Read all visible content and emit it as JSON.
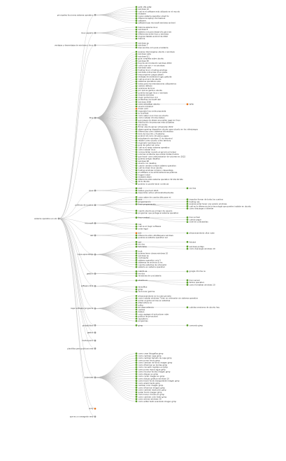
{
  "colors": {
    "edge": "#b9b9b9",
    "node_green": "#5aa02c",
    "node_orange": "#e8761e",
    "node_gray": "#9a9a9a",
    "text": "#333333",
    "background": "#ffffff"
  },
  "root": {
    "label": "sistema operativo en ubi",
    "color": "gray"
  },
  "branches": [
    {
      "label": "principales funciones sistema operativo",
      "color": "gray",
      "right": true,
      "children": [
        {
          "label": "ext4 ntfs exfat",
          "color": "green"
        },
        {
          "label": "windows 10",
          "color": "green"
        },
        {
          "label": "cual es el software más utilizado en el mundo",
          "color": "green"
        },
        {
          "label": "malware",
          "color": "green"
        },
        {
          "label": "nuevo sistema operativo smart tv",
          "color": "green"
        },
        {
          "label": "diferencia laptop chromebook",
          "color": "green"
        },
        {
          "label": "software",
          "color": "green"
        },
        {
          "label": "software bajo microsoft windows android",
          "color": "green"
        }
      ]
    },
    {
      "label": "linux español",
      "color": "gray",
      "right": false,
      "children": [
        {
          "label": "historia sistema linux",
          "color": "green"
        },
        {
          "label": "windows 8",
          "color": "green"
        },
        {
          "label": "sistema not para desarrollo para win",
          "color": "green"
        },
        {
          "label": "diferencias entre linux y windows",
          "color": "green",
          "right": true
        },
        {
          "label": "mejores tablets android de 2022",
          "color": "green"
        },
        {
          "label": "historia",
          "color": "green"
        }
      ]
    },
    {
      "label": "ventajas y desventajas de windows y linux",
      "color": "gray",
      "right": false,
      "children": [
        {
          "label": "windows xp",
          "color": "green"
        },
        {
          "label": "windows 7",
          "color": "green"
        },
        {
          "label": "bienvenidos.com para el sistema",
          "color": "green"
        }
      ]
    },
    {
      "label": "blog",
      "color": "gray",
      "right": false,
      "children": [
        {
          "label": "quieres intercargarse ubuntu o windows",
          "color": "green"
        },
        {
          "label": "windows vista",
          "color": "green"
        },
        {
          "label": "windows 8.1",
          "color": "green"
        },
        {
          "label": "guía completa sobre ubuntu",
          "color": "green"
        },
        {
          "label": "windows 95",
          "color": "green"
        },
        {
          "label": "bug de sincronización windows 2016",
          "color": "green"
        },
        {
          "label": "como usar win + en windows",
          "color": "green"
        },
        {
          "label": "windows vista",
          "color": "green"
        },
        {
          "label": "hosting linux o hosting windows",
          "color": "green"
        },
        {
          "label": "windows online bien linux gratis",
          "color": "green"
        },
        {
          "label": "descomprimir juegos steam",
          "color": "green"
        },
        {
          "label": "ventajas de aceleración gpu gratuita",
          "color": "green"
        },
        {
          "label": "cuál es el arco de ubuntu",
          "color": "green"
        },
        {
          "label": "sistemas operativos sole",
          "color": "green"
        },
        {
          "label": "datos para recomendaciones utilizaremos",
          "color": "green"
        },
        {
          "label": "cambio defecto",
          "color": "green"
        },
        {
          "label": "versiones de linux",
          "color": "green"
        },
        {
          "label": "por qué es gente a ubuntu",
          "color": "green"
        },
        {
          "label": "quieres escoger linux o windows",
          "color": "green"
        },
        {
          "label": "mejores windows",
          "color": "green"
        },
        {
          "label": "mejor portal linux 2.4",
          "color": "green"
        },
        {
          "label": "problemas microsoft dell",
          "color": "green"
        },
        {
          "label": "windows 2000",
          "color": "green"
        },
        {
          "label": "como actualizar ubuntu",
          "color": "green",
          "right": true,
          "children": [
            {
              "label": "taller",
              "color": "orange"
            }
          ]
        },
        {
          "label": "ubuntu kickstart",
          "color": "green"
        },
        {
          "label": "dowin eold",
          "color": "orange"
        },
        {
          "label": "impuesta linux ante propuesta",
          "color": "green"
        },
        {
          "label": "ip localhost",
          "color": "green"
        },
        {
          "label": "como saber si en linux es ubuntu",
          "color": "green"
        },
        {
          "label": "como instalar chrome debian",
          "color": "green"
        },
        {
          "label": "que juegos de steam se pueden jugar en linux",
          "color": "green"
        },
        {
          "label": "distribución de personas más utilizadas",
          "color": "green"
        },
        {
          "label": "sincroniza",
          "color": "green"
        },
        {
          "label": "firmar ubuntu server virtual plan 2022",
          "color": "green"
        },
        {
          "label": "steam gaming dispositivo ubuntu para ubuntu en los videojuegos",
          "color": "green"
        },
        {
          "label": "diferencias como sistemas informativa",
          "color": "green"
        },
        {
          "label": "todo de linux 64 + 8 sistema",
          "color": "green"
        },
        {
          "label": "android 10 como 10 sobre juegos",
          "color": "green"
        },
        {
          "label": "actualización windows 11 en terminal",
          "color": "green"
        },
        {
          "label": "retailer como ubuntu como territory",
          "color": "green"
        },
        {
          "label": "mejorador windows linux",
          "color": "green"
        },
        {
          "label": "guía de quitar win wine",
          "color": "green"
        },
        {
          "label": "cuál es el mejor sistema operativo",
          "color": "green"
        },
        {
          "label": "como instalar linux",
          "color": "green"
        },
        {
          "label": "curious bilder cuando el servicio principal",
          "color": "green"
        },
        {
          "label": "volumen problema que utiliza hostand sobre",
          "color": "green"
        },
        {
          "label": "que hacer como administrador de volumen en 2022",
          "color": "green"
        },
        {
          "label": "quieres arreglo desafíos",
          "color": "green"
        },
        {
          "label": "windows 98",
          "color": "green"
        },
        {
          "label": "ubuntu con desktop",
          "color": "green"
        },
        {
          "label": "cuento cambie nombre sistema operativo",
          "color": "green"
        },
        {
          "label": "cuál es mejor linux ubuntu",
          "color": "green"
        },
        {
          "label": "hosting windows compra o desventaja",
          "color": "green"
        },
        {
          "label": "el software a los administraciones públicas",
          "color": "green"
        },
        {
          "label": "hopper instal",
          "color": "green"
        },
        {
          "label": "malware alami",
          "color": "green"
        },
        {
          "label": "diferencia entre sistema operativo 32 bits 64 bits",
          "color": "green"
        },
        {
          "label": "16 & Ubuntu",
          "color": "green"
        },
        {
          "label": "quieres no puede hacer continuar",
          "color": "green"
        }
      ]
    },
    {
      "label": "linux",
      "color": "gray",
      "right": false,
      "children": [
        {
          "label": "cmd",
          "color": "green",
          "right": true,
          "children": [
            {
              "label": "ver hex",
              "color": "green"
            }
          ]
        },
        {
          "label": "debian gnu/hurd 2023",
          "color": "green"
        },
        {
          "label": "desarrollar activo administrativamente",
          "color": "green"
        }
      ]
    },
    {
      "label": "políticas de cuadros",
      "color": "gray",
      "right": false,
      "children": [
        {
          "label": "como saber de cuantos bits para mi",
          "color": "green"
        },
        {
          "label": "arch",
          "color": "green",
          "right": true,
          "children": [
            {
              "label": "importar formar de todos los cuadros",
              "color": "green"
            }
          ]
        },
        {
          "label": "programación",
          "color": "green",
          "right": true,
          "children": [
            {
              "label": "hosting nas",
              "color": "green"
            }
          ]
        },
        {
          "label": "línea programación",
          "color": "green",
          "right": true,
          "children": [
            {
              "label": "quieres poder tener una versión windows",
              "color": "green"
            },
            {
              "label": "cuál es la diferencia de la tecnología que pueden instalar en ubuntu",
              "color": "green"
            },
            {
              "label": "como descargar a ddrerter",
              "color": "green"
            }
          ]
        },
        {
          "label": "cuanto ubuntu es el mejor de usuario",
          "color": "green"
        },
        {
          "label": "programar que protege el sistema operativo",
          "color": "green"
        }
      ]
    },
    {
      "label": "microsoft",
      "color": "gray",
      "right": false,
      "children": [
        {
          "label": "linux central",
          "color": "green",
          "right": true,
          "children": [
            {
              "label": "linux actual",
              "color": "green"
            },
            {
              "label": "cuánto pagar",
              "color": "green"
            },
            {
              "label": "nivel de contraseñas",
              "color": "green"
            }
          ]
        },
        {
          "label": "nas",
          "color": "green"
        },
        {
          "label": "cuál es el mejor software",
          "color": "green"
        },
        {
          "label": "order legal",
          "color": "green"
        }
      ]
    },
    {
      "label": "wsl",
      "color": "gray",
      "right": false,
      "children": [
        {
          "label": "ent",
          "color": "orange",
          "right": true,
          "children": [
            {
              "label": "almacenamiento ultra nube",
              "color": "green"
            }
          ]
        },
        {
          "label": "diferencia entre ultraflaquera windows",
          "color": "green"
        },
        {
          "label": "quieres es sistema operativo sal",
          "color": "green"
        }
      ]
    },
    {
      "label": "copia aprendizaje",
      "color": "gray",
      "right": false,
      "children": [
        {
          "label": "ssd",
          "color": "green",
          "right": true,
          "children": [
            {
              "label": "fotobot",
              "color": "green"
            }
          ]
        },
        {
          "label": "ms dos",
          "color": "green"
        },
        {
          "label": "tutoriales",
          "color": "green",
          "right": true,
          "children": [
            {
              "label": "windows portajo",
              "color": "green"
            },
            {
              "label": "como descargar windows 10",
              "color": "green"
            }
          ]
        },
        {
          "label": "boot",
          "color": "green"
        },
        {
          "label": "quieres tener claves windows 10",
          "color": "green"
        },
        {
          "label": "windows xp",
          "color": "green"
        },
        {
          "label": "contraseña",
          "color": "green"
        },
        {
          "label": "sistema operativo unix 5",
          "color": "green"
        },
        {
          "label": "sistemas de archivos & ms",
          "color": "green"
        },
        {
          "label": "cuantos sistemas de ordenador",
          "color": "green"
        },
        {
          "label": "sistema en sistema operativo",
          "color": "green"
        }
      ]
    },
    {
      "label": "gestión",
      "color": "gray",
      "right": false,
      "children": [
        {
          "label": "cuánto es",
          "color": "green",
          "right": true,
          "children": [
            {
              "label": "google chrome os",
              "color": "green"
            }
          ]
        },
        {
          "label": "ms-dos",
          "color": "green"
        },
        {
          "label": "revisiones de una batería",
          "color": "green"
        }
      ]
    },
    {
      "label": "software libre",
      "color": "gray",
      "right": false,
      "children": [
        {
          "label": "ubuntu ux",
          "color": "green",
          "right": true,
          "children": [
            {
              "label": "linux server",
              "color": "green"
            },
            {
              "label": "fedora operativo",
              "color": "green"
            },
            {
              "label": "como formatear windows 10",
              "color": "green"
            }
          ]
        },
        {
          "label": "libreoffice",
          "color": "green"
        },
        {
          "label": "gimp",
          "color": "green"
        },
        {
          "label": "reconocer gamma",
          "color": "green"
        }
      ]
    },
    {
      "label": "bajar software programa",
      "color": "gray",
      "right": false,
      "children": [
        {
          "label": "almacenamiento en la nube privada",
          "color": "green"
        },
        {
          "label": "como instalar windows 7 bien en ordenador sin sistema operativo",
          "color": "green"
        },
        {
          "label": "entrar el gama errores en sistemas",
          "color": "green"
        },
        {
          "label": "alternativos xa",
          "color": "green"
        },
        {
          "label": "editor",
          "color": "green"
        },
        {
          "label": "en class valencia",
          "color": "green",
          "right": true,
          "children": [
            {
              "label": "cuántas versiones de ubuntu hay",
              "color": "green"
            }
          ]
        },
        {
          "label": "cambia",
          "color": "green"
        },
        {
          "label": "debian",
          "color": "green"
        },
        {
          "label": "como agregar el extructurar rabe",
          "color": "green"
        },
        {
          "label": "política de privacidad",
          "color": "green"
        },
        {
          "label": "repositorio",
          "color": "green"
        },
        {
          "label": "programas",
          "color": "green"
        }
      ]
    },
    {
      "label": "portabilidad",
      "color": "gray",
      "right": false,
      "children": [
        {
          "label": "gimp",
          "color": "green",
          "right": true,
          "children": [
            {
              "label": "comando gimp",
              "color": "green"
            }
          ]
        }
      ]
    },
    {
      "label": "gestos",
      "color": "gray",
      "right": false,
      "children": []
    },
    {
      "label": "multiusuario",
      "color": "gray",
      "right": false,
      "children": []
    },
    {
      "label": "plantillas para publicaciones",
      "color": "gray",
      "right": false,
      "children": []
    },
    {
      "label": "tutoriales",
      "color": "gray",
      "right": true,
      "children": [
        {
          "label": "como crear fotogafías gimp",
          "color": "green"
        },
        {
          "label": "como cambiar capa gimp",
          "color": "green"
        },
        {
          "label": "como cambiar tamaño de capa gimp",
          "color": "green"
        },
        {
          "label": "como poner fondo gimp",
          "color": "green"
        },
        {
          "label": "como cambiar de fondo imagen gimp",
          "color": "green"
        },
        {
          "label": "como difuminar en bordes gimp",
          "color": "green"
        },
        {
          "label": "como convertir logotipo en gimp",
          "color": "green"
        },
        {
          "label": "como poner marca agua gimp",
          "color": "green"
        },
        {
          "label": "como recortar fondos imagen gimp",
          "color": "green"
        },
        {
          "label": "como dibujar en gimp",
          "color": "green"
        },
        {
          "label": "como cortar imagen en gimp",
          "color": "green"
        },
        {
          "label": "como dibujar gráficos windows 10",
          "color": "green"
        },
        {
          "label": "como hacer fondo transparente imagen gimp",
          "color": "green"
        },
        {
          "label": "como añadir texto gimp",
          "color": "green"
        },
        {
          "label": "cambiar color imagen gimp",
          "color": "green"
        },
        {
          "label": "como difuminar imagen gimp",
          "color": "green"
        },
        {
          "label": "como cambiar resolución gimp",
          "color": "green"
        },
        {
          "label": "quitar fondo imagen gimp",
          "color": "green"
        },
        {
          "label": "como hacer círculos en gimp",
          "color": "green"
        },
        {
          "label": "como cambiar color texto gimp",
          "color": "green"
        },
        {
          "label": "como activar windows 10",
          "color": "green"
        },
        {
          "label": "como editar texto avanzado imagen gimp",
          "color": "green"
        }
      ]
    },
    {
      "label": "unity",
      "color": "orange",
      "right": false,
      "children": []
    },
    {
      "label": "que es un navegador web",
      "color": "gray",
      "right": false,
      "children": []
    }
  ]
}
